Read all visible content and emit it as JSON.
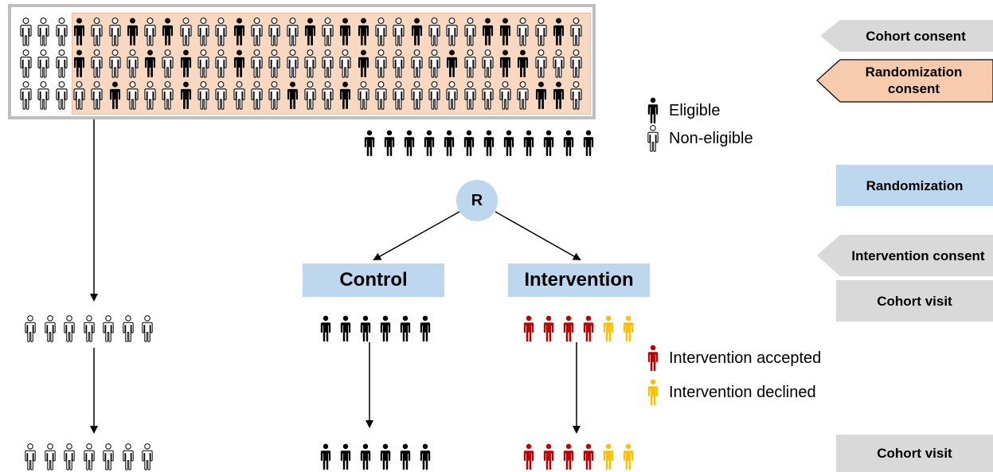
{
  "title_fragment": "",
  "colors": {
    "eligible": "#000000",
    "non_eligible_stroke": "#000000",
    "non_eligible_fill": "#ffffff",
    "intervention_accepted": "#c00000",
    "intervention_declined": "#ffc000",
    "cohort_box_border": "#bfbfbf",
    "randomization_consent_fill": "#f8cbad",
    "stage_grey": "#d9d9d9",
    "stage_blue": "#bdd7ee"
  },
  "cohort_grid": {
    "rows": [
      "NNNENNENENNNENNNENEENNENNNEENNEN",
      "NNNENNNENENNENNNNNNENNNNENNEENNN",
      "NNNNNENNNENNNNNENNENNNNNNNNNNEEN"
    ]
  },
  "stages": {
    "cohort_consent": "Cohort consent",
    "randomization_consent": "Randomization consent",
    "randomization": "Randomization",
    "intervention_consent": "Intervention consent",
    "cohort_visit_1": "Cohort visit",
    "cohort_visit_2": "Cohort visit"
  },
  "legend": {
    "eligible": "Eligible",
    "non_eligible": "Non-eligible",
    "intervention_accepted": "Intervention accepted",
    "intervention_declined": "Intervention declined"
  },
  "randomization_node": "R",
  "arms": {
    "control": "Control",
    "intervention": "Intervention"
  },
  "groups": {
    "eligible_pool_count": 12,
    "non_randomized": [
      "N",
      "N",
      "N",
      "N",
      "N",
      "N",
      "N"
    ],
    "control": [
      "E",
      "E",
      "E",
      "E",
      "E",
      "E"
    ],
    "intervention": [
      "A",
      "A",
      "A",
      "A",
      "D",
      "D"
    ]
  }
}
